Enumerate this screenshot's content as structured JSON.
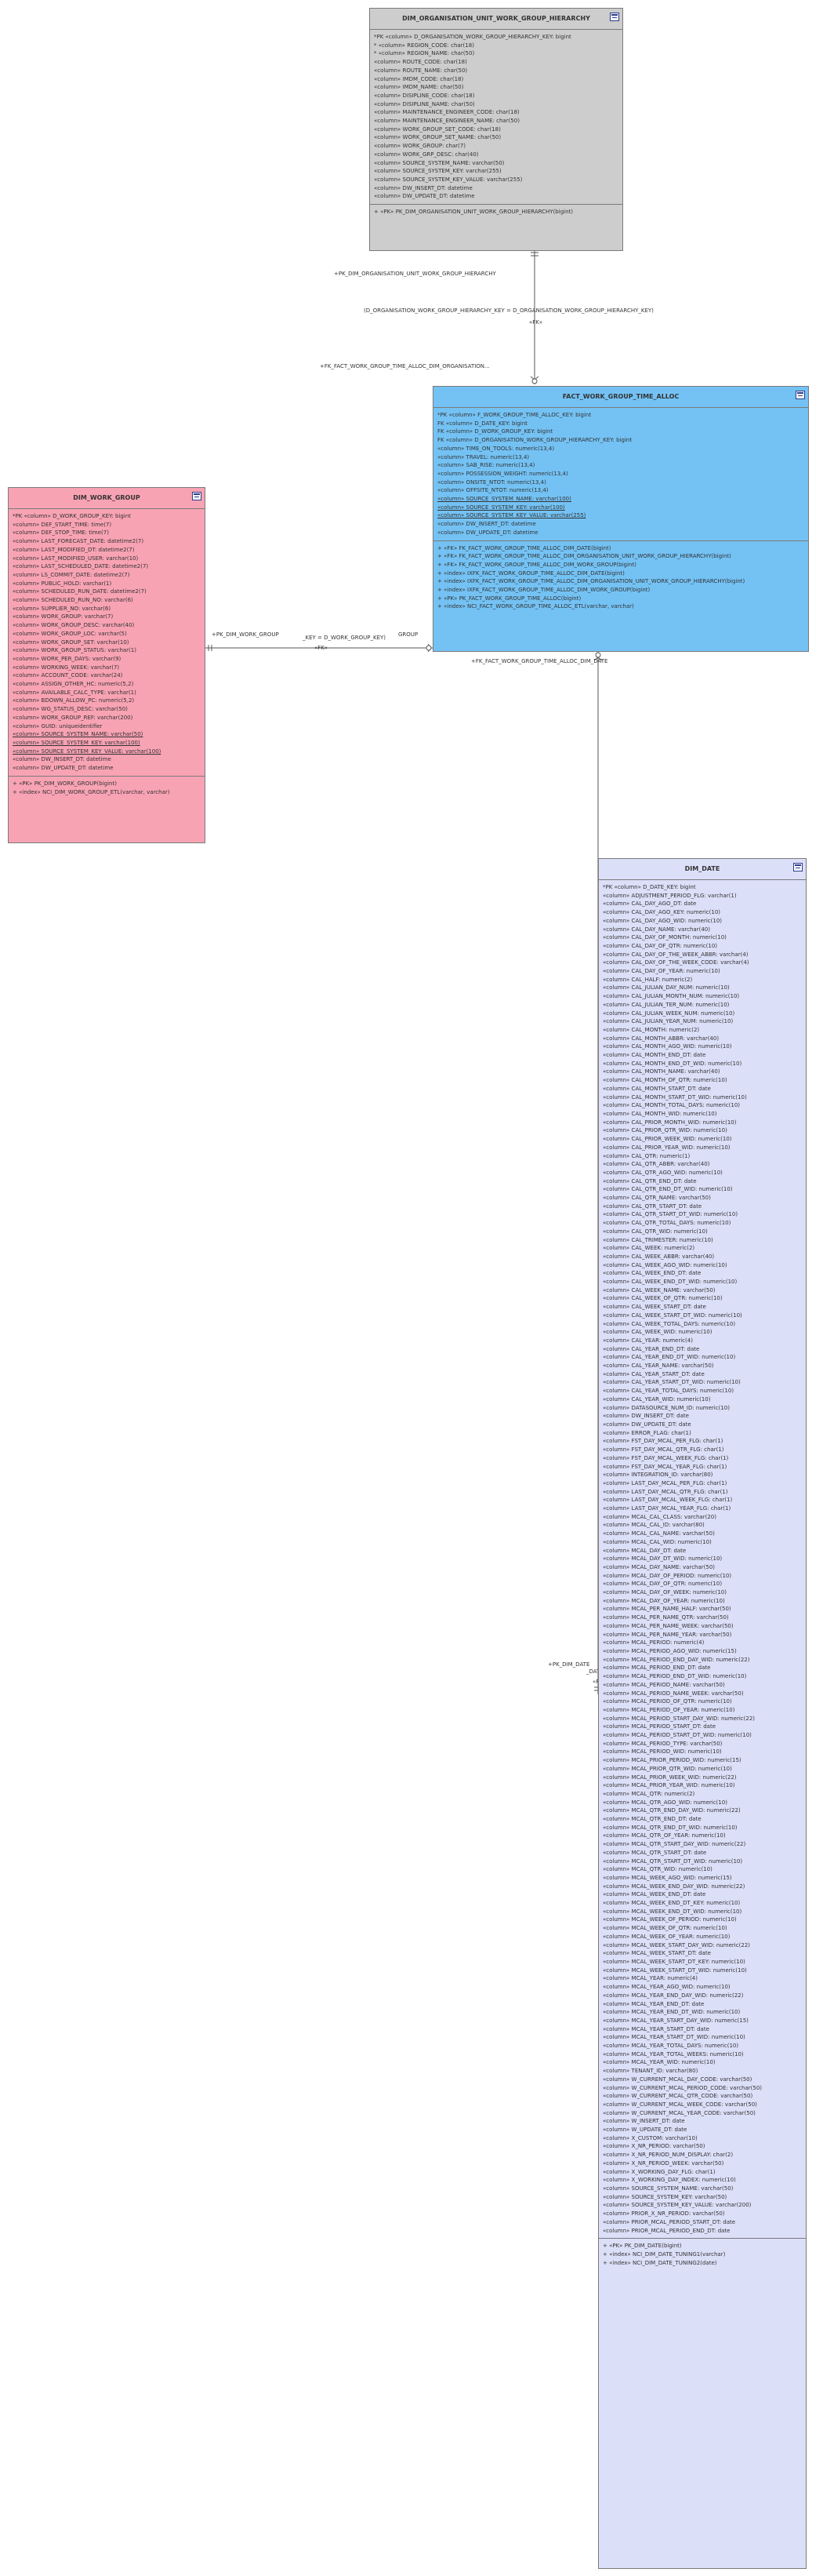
{
  "entities": {
    "org": {
      "title": "DIM_ORGANISATION_UNIT_WORK_GROUP_HIERARCHY",
      "columns": [
        "*PK  «column» D_ORGANISATION_WORK_GROUP_HIERARCHY_KEY: bigint",
        "*     «column» REGION_CODE: char(18)",
        "*     «column» REGION_NAME: char(50)",
        "      «column» ROUTE_CODE: char(18)",
        "      «column» ROUTE_NAME: char(50)",
        "      «column» IMDM_CODE: char(18)",
        "      «column» IMDM_NAME: char(50)",
        "      «column» DISIPLINE_CODE: char(18)",
        "      «column» DISIPLINE_NAME: char(50)",
        "      «column» MAINTENANCE_ENGINEER_CODE: char(18)",
        "      «column» MAINTENANCE_ENGINEER_NAME: char(50)",
        "      «column» WORK_GROUP_SET_CODE: char(18)",
        "      «column» WORK_GROUP_SET_NAME: char(50)",
        "      «column» WORK_GROUP: char(7)",
        "      «column» WORK_GRP_DESC: char(40)",
        "      «column» SOURCE_SYSTEM_NAME: varchar(50)",
        "      «column» SOURCE_SYSTEM_KEY: varchar(255)",
        "      «column» SOURCE_SYSTEM_KEY_VALUE: varchar(255)",
        "      «column» DW_INSERT_DT: datetime",
        "      «column» DW_UPDATE_DT: datetime"
      ],
      "ops": [
        "+    «PK» PK_DIM_ORGANISATION_UNIT_WORK_GROUP_HIERARCHY(bigint)"
      ]
    },
    "fact": {
      "title": "FACT_WORK_GROUP_TIME_ALLOC",
      "columns": [
        "*PK  «column» F_WORK_GROUP_TIME_ALLOC_KEY: bigint",
        " FK  «column» D_DATE_KEY: bigint",
        " FK  «column» D_WORK_GROUP_KEY: bigint",
        " FK  «column» D_ORGANISATION_WORK_GROUP_HIERARCHY_KEY: bigint",
        "      «column» TIME_ON_TOOLS: numeric(13,4)",
        "      «column» TRAVEL: numeric(13,4)",
        "      «column» SAB_RISE: numeric(13,4)",
        "      «column» POSSESSION_WEIGHT: numeric(13,4)",
        "      «column» ONSITE_NTOT: numeric(13,4)",
        "      «column» OFFSITE_NTOT: numeric(13,4)",
        "      «column» SOURCE_SYSTEM_NAME: varchar(100)",
        "      «column» SOURCE_SYSTEM_KEY: varchar(100)",
        "      «column» SOURCE_SYSTEM_KEY_VALUE: varchar(255)",
        "      «column» DW_INSERT_DT: datetime",
        "      «column» DW_UPDATE_DT: datetime"
      ],
      "ops": [
        "+    «FK» FK_FACT_WORK_GROUP_TIME_ALLOC_DIM_DATE(bigint)",
        "+    «FK» FK_FACT_WORK_GROUP_TIME_ALLOC_DIM_ORGANISATION_UNIT_WORK_GROUP_HIERARCHY(bigint)",
        "+    «FK» FK_FACT_WORK_GROUP_TIME_ALLOC_DIM_WORK_GROUP(bigint)",
        "+    «index» IXFK_FACT_WORK_GROUP_TIME_ALLOC_DIM_DATE(bigint)",
        "+    «index» IXFK_FACT_WORK_GROUP_TIME_ALLOC_DIM_ORGANISATION_UNIT_WORK_GROUP_HIERARCHY(bigint)",
        "+    «index» IXFK_FACT_WORK_GROUP_TIME_ALLOC_DIM_WORK_GROUP(bigint)",
        "+    «PK» PK_FACT_WORK_GROUP_TIME_ALLOC(bigint)",
        "+    «index» NCI_FACT_WORK_GROUP_TIME_ALLOC_ETL(varchar, varchar)"
      ]
    },
    "wg": {
      "title": "DIM_WORK_GROUP",
      "columns": [
        "*PK  «column» D_WORK_GROUP_KEY: bigint",
        "      «column» DEF_START_TIME: time(7)",
        "      «column» DEF_STOP_TIME: time(7)",
        "      «column» LAST_FORECAST_DATE: datetime2(7)",
        "      «column» LAST_MODIFIED_DT: datetime2(7)",
        "      «column» LAST_MODIFIED_USER: varchar(10)",
        "      «column» LAST_SCHEDULED_DATE: datetime2(7)",
        "      «column» LS_COMMIT_DATE: datetime2(7)",
        "      «column» PUBLIC_HOLD: varchar(1)",
        "      «column» SCHEDULED_RUN_DATE: datetime2(7)",
        "      «column» SCHEDULED_RUN_NO: varchar(6)",
        "      «column» SUPPLIER_NO: varchar(6)",
        "      «column» WORK_GROUP: varchar(7)",
        "      «column» WORK_GROUP_DESC: varchar(40)",
        "      «column» WORK_GROUP_LOC: varchar(5)",
        "      «column» WORK_GROUP_SET: varchar(10)",
        "      «column» WORK_GROUP_STATUS: varchar(1)",
        "      «column» WORK_PER_DAYS: varchar(9)",
        "      «column» WORKING_WEEK: varchar(7)",
        "      «column» ACCOUNT_CODE: varchar(24)",
        "      «column» ASSIGN_OTHER_HC: numeric(5,2)",
        "      «column» AVAILABLE_CALC_TYPE: varchar(1)",
        "      «column» BDOWN_ALLOW_PC: numeric(5,2)",
        "      «column» WG_STATUS_DESC: varchar(50)",
        "      «column» WORK_GROUP_REF: varchar(200)",
        "      «column» GUID: uniqueidentifier",
        "      «column» SOURCE_SYSTEM_NAME: varchar(50)",
        "      «column» SOURCE_SYSTEM_KEY: varchar(100)",
        "      «column» SOURCE_SYSTEM_KEY_VALUE: varchar(100)",
        "      «column» DW_INSERT_DT: datetime",
        "      «column» DW_UPDATE_DT: datetime"
      ],
      "ops": [
        "+    «PK» PK_DIM_WORK_GROUP(bigint)",
        "+    «index» NCI_DIM_WORK_GROUP_ETL(varchar, varchar)"
      ]
    },
    "date": {
      "title": "DIM_DATE",
      "columns": [
        "*PK  «column» D_DATE_KEY: bigint",
        "«column» ADJUSTMENT_PERIOD_FLG: varchar(1)",
        "«column» CAL_DAY_AGO_DT: date",
        "«column» CAL_DAY_AGO_KEY: numeric(10)",
        "«column» CAL_DAY_AGO_WID: numeric(10)",
        "«column» CAL_DAY_NAME: varchar(40)",
        "«column» CAL_DAY_OF_MONTH: numeric(10)",
        "«column» CAL_DAY_OF_QTR: numeric(10)",
        "«column» CAL_DAY_OF_THE_WEEK_ABBR: varchar(4)",
        "«column» CAL_DAY_OF_THE_WEEK_CODE: varchar(4)",
        "«column» CAL_DAY_OF_YEAR: numeric(10)",
        "«column» CAL_HALF: numeric(2)",
        "«column» CAL_JULIAN_DAY_NUM: numeric(10)",
        "«column» CAL_JULIAN_MONTH_NUM: numeric(10)",
        "«column» CAL_JULIAN_TER_NUM: numeric(10)",
        "«column» CAL_JULIAN_WEEK_NUM: numeric(10)",
        "«column» CAL_JULIAN_YEAR_NUM: numeric(10)",
        "«column» CAL_MONTH: numeric(2)",
        "«column» CAL_MONTH_ABBR: varchar(40)",
        "«column» CAL_MONTH_AGO_WID: numeric(10)",
        "«column» CAL_MONTH_END_DT: date",
        "«column» CAL_MONTH_END_DT_WID: numeric(10)",
        "«column» CAL_MONTH_NAME: varchar(40)",
        "«column» CAL_MONTH_OF_QTR: numeric(10)",
        "«column» CAL_MONTH_START_DT: date",
        "«column» CAL_MONTH_START_DT_WID: numeric(10)",
        "«column» CAL_MONTH_TOTAL_DAYS: numeric(10)",
        "«column» CAL_MONTH_WID: numeric(10)",
        "«column» CAL_PRIOR_MONTH_WID: numeric(10)",
        "«column» CAL_PRIOR_QTR_WID: numeric(10)",
        "«column» CAL_PRIOR_WEEK_WID: numeric(10)",
        "«column» CAL_PRIOR_YEAR_WID: numeric(10)",
        "«column» CAL_QTR: numeric(1)",
        "«column» CAL_QTR_ABBR: varchar(40)",
        "«column» CAL_QTR_AGO_WID: numeric(10)",
        "«column» CAL_QTR_END_DT: date",
        "«column» CAL_QTR_END_DT_WID: numeric(10)",
        "«column» CAL_QTR_NAME: varchar(50)",
        "«column» CAL_QTR_START_DT: date",
        "«column» CAL_QTR_START_DT_WID: numeric(10)",
        "«column» CAL_QTR_TOTAL_DAYS: numeric(10)",
        "«column» CAL_QTR_WID: numeric(10)",
        "«column» CAL_TRIMESTER: numeric(10)",
        "«column» CAL_WEEK: numeric(2)",
        "«column» CAL_WEEK_ABBR: varchar(40)",
        "«column» CAL_WEEK_AGO_WID: numeric(10)",
        "«column» CAL_WEEK_END_DT: date",
        "«column» CAL_WEEK_END_DT_WID: numeric(10)",
        "«column» CAL_WEEK_NAME: varchar(50)",
        "«column» CAL_WEEK_OF_QTR: numeric(10)",
        "«column» CAL_WEEK_START_DT: date",
        "«column» CAL_WEEK_START_DT_WID: numeric(10)",
        "«column» CAL_WEEK_TOTAL_DAYS: numeric(10)",
        "«column» CAL_WEEK_WID: numeric(10)",
        "«column» CAL_YEAR: numeric(4)",
        "«column» CAL_YEAR_END_DT: date",
        "«column» CAL_YEAR_END_DT_WID: numeric(10)",
        "«column» CAL_YEAR_NAME: varchar(50)",
        "«column» CAL_YEAR_START_DT: date",
        "«column» CAL_YEAR_START_DT_WID: numeric(10)",
        "«column» CAL_YEAR_TOTAL_DAYS: numeric(10)",
        "«column» CAL_YEAR_WID: numeric(10)",
        "«column» DATASOURCE_NUM_ID: numeric(10)",
        "«column» DW_INSERT_DT: date",
        "«column» DW_UPDATE_DT: date",
        "«column» ERROR_FLAG: char(1)",
        "«column» FST_DAY_MCAL_PER_FLG: char(1)",
        "«column» FST_DAY_MCAL_QTR_FLG: char(1)",
        "«column» FST_DAY_MCAL_WEEK_FLG: char(1)",
        "«column» FST_DAY_MCAL_YEAR_FLG: char(1)",
        "«column» INTEGRATION_ID: varchar(80)",
        "«column» LAST_DAY_MCAL_PER_FLG: char(1)",
        "«column» LAST_DAY_MCAL_QTR_FLG: char(1)",
        "«column» LAST_DAY_MCAL_WEEK_FLG: char(1)",
        "«column» LAST_DAY_MCAL_YEAR_FLG: char(1)",
        "«column» MCAL_CAL_CLASS: varchar(20)",
        "«column» MCAL_CAL_ID: varchar(80)",
        "«column» MCAL_CAL_NAME: varchar(50)",
        "«column» MCAL_CAL_WID: numeric(10)",
        "«column» MCAL_DAY_DT: date",
        "«column» MCAL_DAY_DT_WID: numeric(10)",
        "«column» MCAL_DAY_NAME: varchar(50)",
        "«column» MCAL_DAY_OF_PERIOD: numeric(10)",
        "«column» MCAL_DAY_OF_QTR: numeric(10)",
        "«column» MCAL_DAY_OF_WEEK: numeric(10)",
        "«column» MCAL_DAY_OF_YEAR: numeric(10)",
        "«column» MCAL_PER_NAME_HALF: varchar(50)",
        "«column» MCAL_PER_NAME_QTR: varchar(50)",
        "«column» MCAL_PER_NAME_WEEK: varchar(50)",
        "«column» MCAL_PER_NAME_YEAR: varchar(50)",
        "«column» MCAL_PERIOD: numeric(4)",
        "«column» MCAL_PERIOD_AGO_WID: numeric(15)",
        "«column» MCAL_PERIOD_END_DAY_WID: numeric(22)",
        "«column» MCAL_PERIOD_END_DT: date",
        "«column» MCAL_PERIOD_END_DT_WID: numeric(10)",
        "«column» MCAL_PERIOD_NAME: varchar(50)",
        "«column» MCAL_PERIOD_NAME_WEEK: varchar(50)",
        "«column» MCAL_PERIOD_OF_QTR: numeric(10)",
        "«column» MCAL_PERIOD_OF_YEAR: numeric(10)",
        "«column» MCAL_PERIOD_START_DAY_WID: numeric(22)",
        "«column» MCAL_PERIOD_START_DT: date",
        "«column» MCAL_PERIOD_START_DT_WID: numeric(10)",
        "«column» MCAL_PERIOD_TYPE: varchar(50)",
        "«column» MCAL_PERIOD_WID: numeric(10)",
        "«column» MCAL_PRIOR_PERIOD_WID: numeric(15)",
        "«column» MCAL_PRIOR_QTR_WID: numeric(10)",
        "«column» MCAL_PRIOR_WEEK_WID: numeric(22)",
        "«column» MCAL_PRIOR_YEAR_WID: numeric(10)",
        "«column» MCAL_QTR: numeric(2)",
        "«column» MCAL_QTR_AGO_WID: numeric(10)",
        "«column» MCAL_QTR_END_DAY_WID: numeric(22)",
        "«column» MCAL_QTR_END_DT: date",
        "«column» MCAL_QTR_END_DT_WID: numeric(10)",
        "«column» MCAL_QTR_OF_YEAR: numeric(10)",
        "«column» MCAL_QTR_START_DAY_WID: numeric(22)",
        "«column» MCAL_QTR_START_DT: date",
        "«column» MCAL_QTR_START_DT_WID: numeric(10)",
        "«column» MCAL_QTR_WID: numeric(10)",
        "«column» MCAL_WEEK_AGO_WID: numeric(15)",
        "«column» MCAL_WEEK_END_DAY_WID: numeric(22)",
        "«column» MCAL_WEEK_END_DT: date",
        "«column» MCAL_WEEK_END_DT_KEY: numeric(10)",
        "«column» MCAL_WEEK_END_DT_WID: numeric(10)",
        "«column» MCAL_WEEK_OF_PERIOD: numeric(10)",
        "«column» MCAL_WEEK_OF_QTR: numeric(10)",
        "«column» MCAL_WEEK_OF_YEAR: numeric(10)",
        "«column» MCAL_WEEK_START_DAY_WID: numeric(22)",
        "«column» MCAL_WEEK_START_DT: date",
        "«column» MCAL_WEEK_START_DT_KEY: numeric(10)",
        "«column» MCAL_WEEK_START_DT_WID: numeric(10)",
        "«column» MCAL_YEAR: numeric(4)",
        "«column» MCAL_YEAR_AGO_WID: numeric(10)",
        "«column» MCAL_YEAR_END_DAY_WID: numeric(22)",
        "«column» MCAL_YEAR_END_DT: date",
        "«column» MCAL_YEAR_END_DT_WID: numeric(10)",
        "«column» MCAL_YEAR_START_DAY_WID: numeric(15)",
        "«column» MCAL_YEAR_START_DT: date",
        "«column» MCAL_YEAR_START_DT_WID: numeric(10)",
        "«column» MCAL_YEAR_TOTAL_DAYS: numeric(10)",
        "«column» MCAL_YEAR_TOTAL_WEEKS: numeric(10)",
        "«column» MCAL_YEAR_WID: numeric(10)",
        "«column» TENANT_ID: varchar(80)",
        "«column» W_CURRENT_MCAL_DAY_CODE: varchar(50)",
        "«column» W_CURRENT_MCAL_PERIOD_CODE: varchar(50)",
        "«column» W_CURRENT_MCAL_QTR_CODE: varchar(50)",
        "«column» W_CURRENT_MCAL_WEEK_CODE: varchar(50)",
        "«column» W_CURRENT_MCAL_YEAR_CODE: varchar(50)",
        "«column» W_INSERT_DT: date",
        "«column» W_UPDATE_DT: date",
        "«column» X_CUSTOM: varchar(10)",
        "«column» X_NR_PERIOD: varchar(50)",
        "«column» X_NR_PERIOD_NUM_DISPLAY: char(2)",
        "«column» X_NR_PERIOD_WEEK: varchar(50)",
        "«column» X_WORKING_DAY_FLG: char(1)",
        "«column» X_WORKING_DAY_INDEX: numeric(10)",
        "«column» SOURCE_SYSTEM_NAME: varchar(50)",
        "«column» SOURCE_SYSTEM_KEY: varchar(50)",
        "«column» SOURCE_SYSTEM_KEY_VALUE: varchar(200)",
        "«column» PRIOR_X_NR_PERIOD: varchar(50)",
        "«column» PRIOR_MCAL_PERIOD_START_DT: date",
        "«column» PRIOR_MCAL_PERIOD_END_DT: date"
      ],
      "ops": [
        "+    «PK» PK_DIM_DATE(bigint)",
        "+    «index» NCI_DIM_DATE_TUNING1(varchar)",
        "+    «index» NCI_DIM_DATE_TUNING2(date)"
      ]
    }
  },
  "labels": {
    "org_fk_role": "+PK_DIM_ORGANISATION_UNIT_WORK_GROUP_HIERARCHY",
    "org_fk_join": "(D_ORGANISATION_WORK_GROUP_HIERARCHY_KEY = D_ORGANISATION_WORK_GROUP_HIERARCHY_KEY)",
    "org_fk_pk": "«FK»",
    "org_fk_fact_role": "+FK_FACT_WORK_GROUP_TIME_ALLOC_DIM_ORGANISATION...",
    "wg_role_left": "+PK_DIM_WORK_GROUP",
    "wg_join": "_KEY = D_WORK_GROUP_KEY)",
    "wg_role_right": "GROUP",
    "wg_fk": "«FK»",
    "date_fact_role": "+FK_FACT_WORK_GROUP_TIME_ALLOC_DIM_DATE",
    "date_pk_role": "+PK_DIM_DATE",
    "date_join": "_DATE_KEY)",
    "date_fk": "«FK»"
  }
}
